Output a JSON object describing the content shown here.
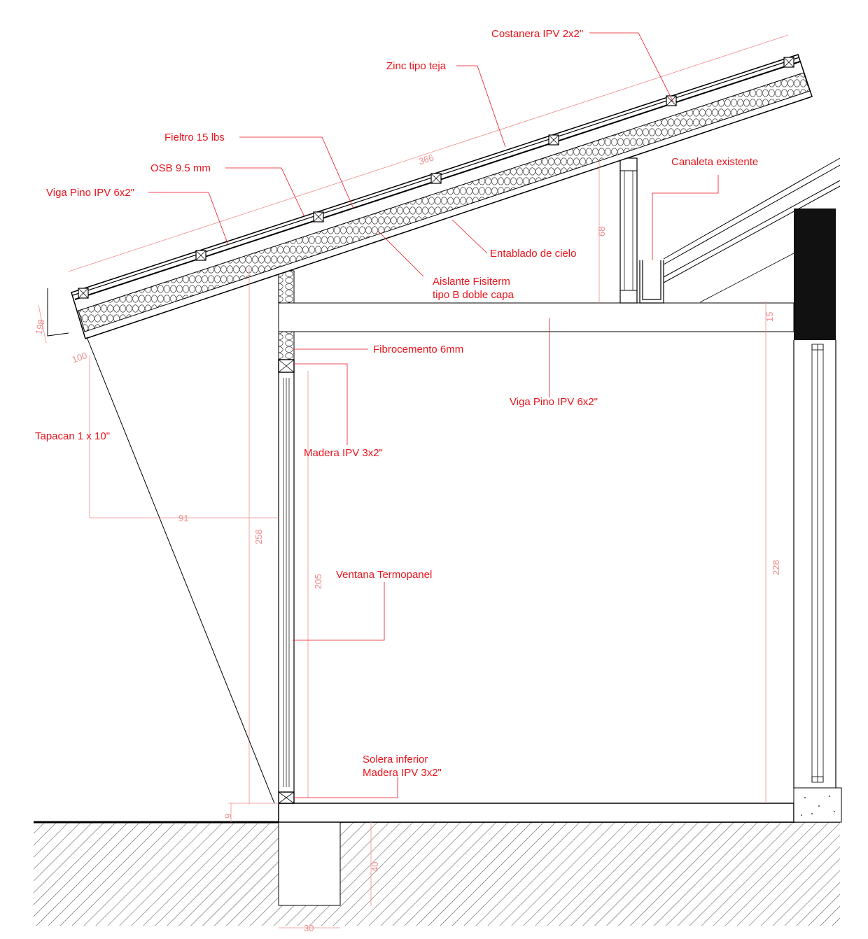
{
  "labels": {
    "costanera": "Costanera IPV 2x2\"",
    "zinc": "Zinc tipo teja",
    "fieltro": "Fieltro 15 lbs",
    "osb": "OSB 9.5 mm",
    "viga_roof": "Viga Pino IPV 6x2\"",
    "canaleta": "Canaleta existente",
    "entablado": "Entablado de cielo",
    "aislante_1": "Aislante Fisiterm",
    "aislante_2": "tipo B doble capa",
    "fibrocemento": "Fibrocemento 6mm",
    "viga_beam": "Viga Pino IPV 6x2\"",
    "tapacan": "Tapacan 1 x 10\"",
    "madera": "Madera IPV 3x2\"",
    "ventana": "Ventana Termopanel",
    "solera_1": "Solera inferior",
    "solera_2": "Madera IPV 3x2\""
  },
  "dimensions": {
    "roof_length": "366",
    "fascia": "198",
    "fascia_gap": "100",
    "eave_overhang": "91",
    "wall_height": "258",
    "window_height": "205",
    "ceiling_height": "228",
    "post_height": "68",
    "beam_depth": "15",
    "floor_step": "9",
    "footing_depth": "40",
    "footing_width": "30"
  },
  "colors": {
    "annotation": "#e8141c",
    "dimension": "#f08c8c",
    "line": "#000000",
    "wall_fill": "#111111"
  }
}
